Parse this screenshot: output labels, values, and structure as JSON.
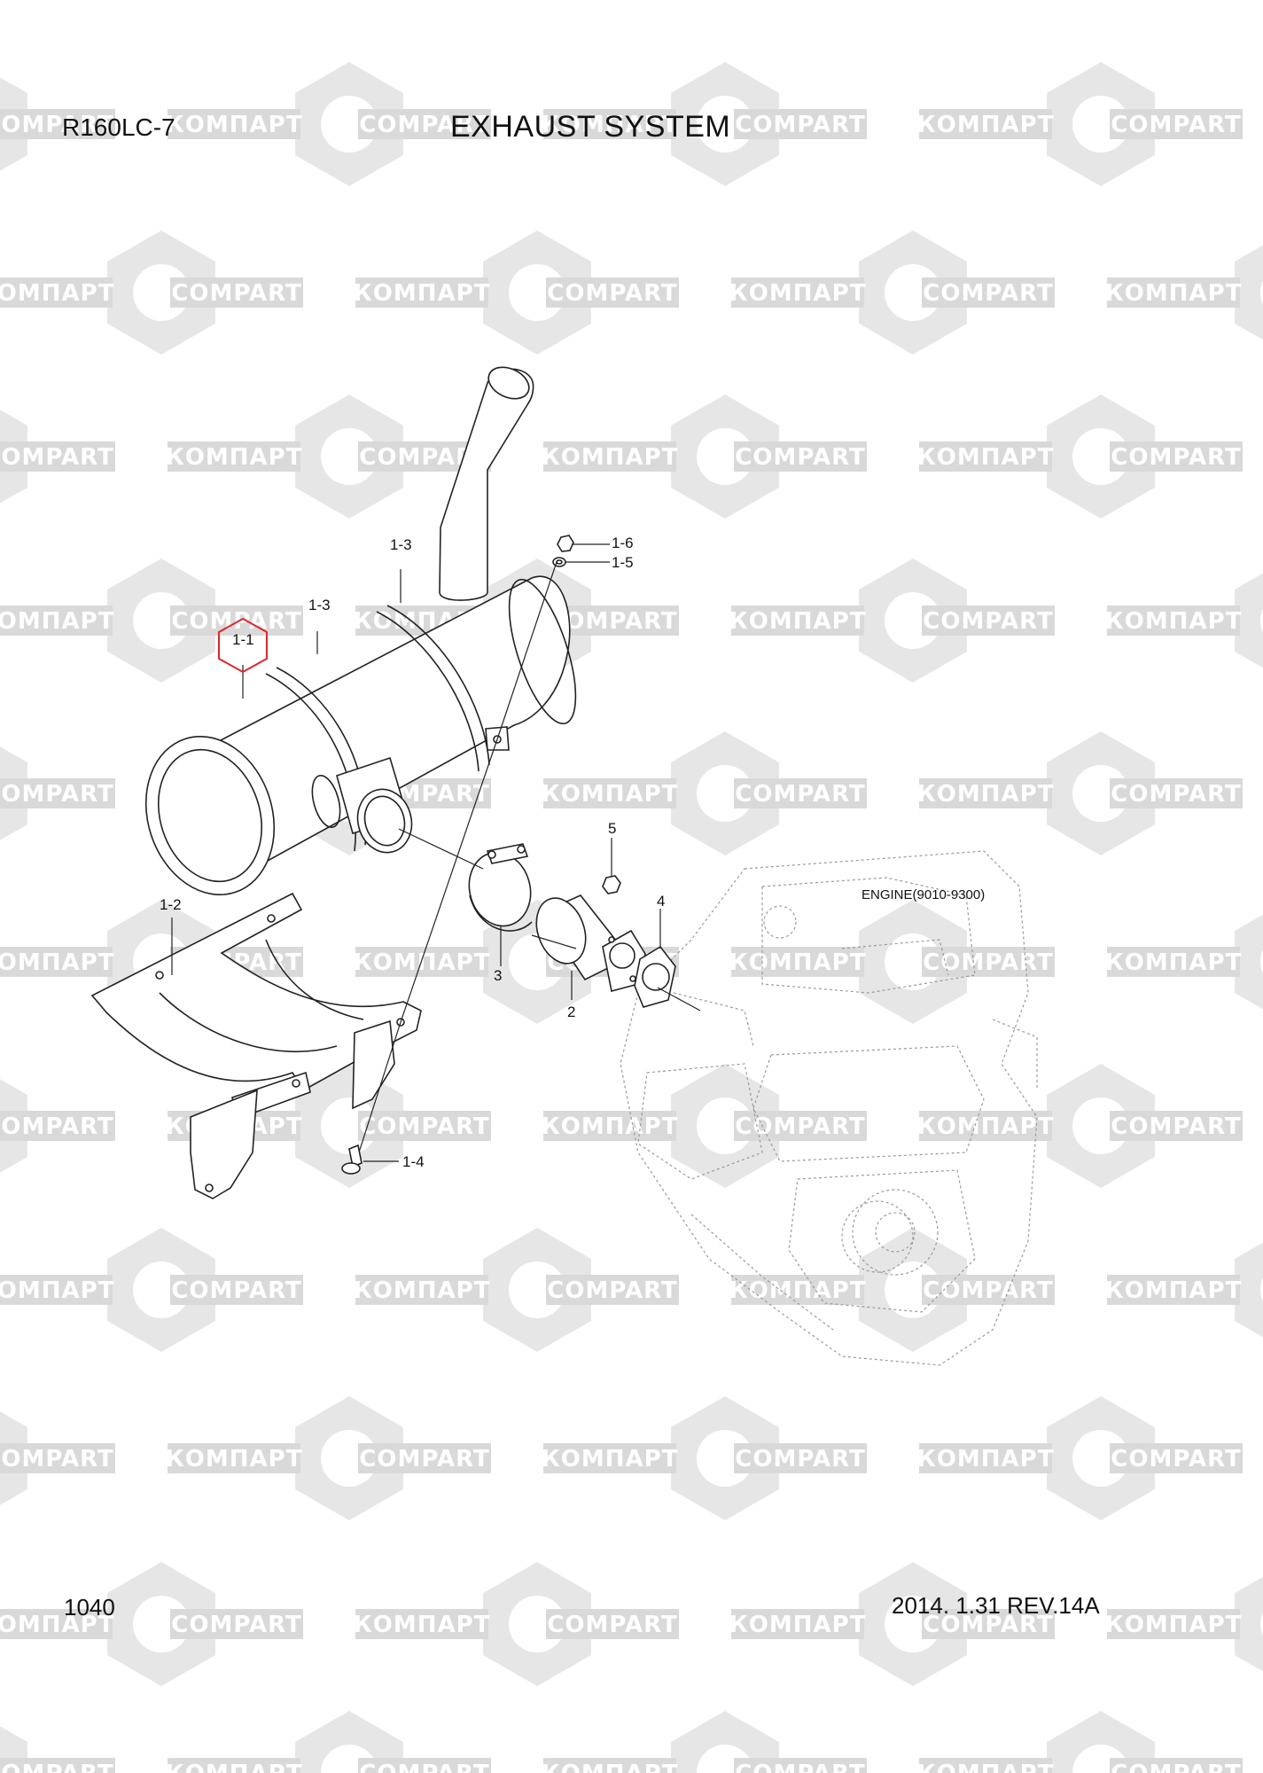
{
  "header": {
    "model": "R160LC-7",
    "title": "EXHAUST SYSTEM"
  },
  "footer": {
    "page_number": "1040",
    "date_revision": "2014. 1.31  REV.14A"
  },
  "watermark": {
    "text_cyrillic": "КОМПАРТ",
    "text_latin": "COMPART",
    "color": "#d9d9d9"
  },
  "highlight_color": "#e0262b",
  "callouts": {
    "muffler": "1-1",
    "bracket": "1-2",
    "band_rear": "1-3",
    "band_front": "1-3",
    "bolt": "1-4",
    "washer": "1-5",
    "nut": "1-6",
    "pipe": "2",
    "clamp": "3",
    "gasket": "4",
    "nut_5": "5"
  },
  "engine_label": "ENGINE(9010-9300)"
}
